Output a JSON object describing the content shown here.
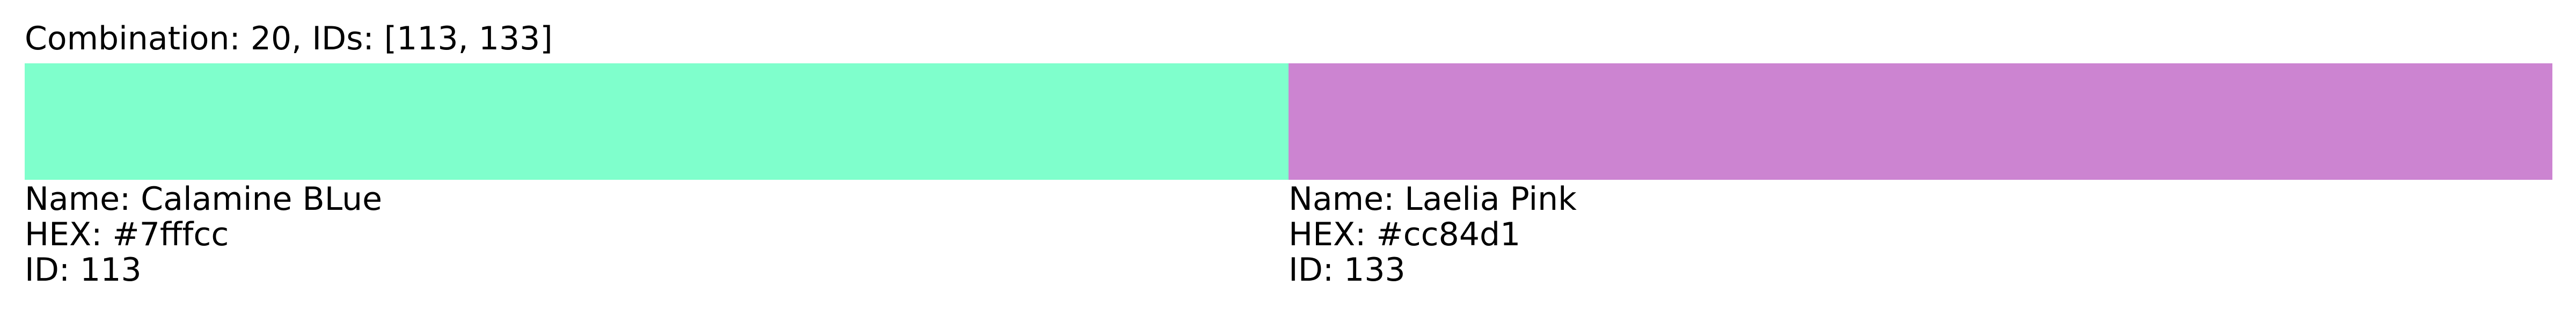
{
  "title": "Combination: 20, IDs: [113, 133]",
  "colors": [
    {
      "name_line": "Name: Calamine BLue",
      "hex_line": "HEX: #7fffcc",
      "id_line": "ID: 113",
      "hex": "#7fffcc"
    },
    {
      "name_line": "Name: Laelia Pink",
      "hex_line": "HEX: #cc84d1",
      "id_line": "ID: 133",
      "hex": "#cc84d1"
    }
  ]
}
